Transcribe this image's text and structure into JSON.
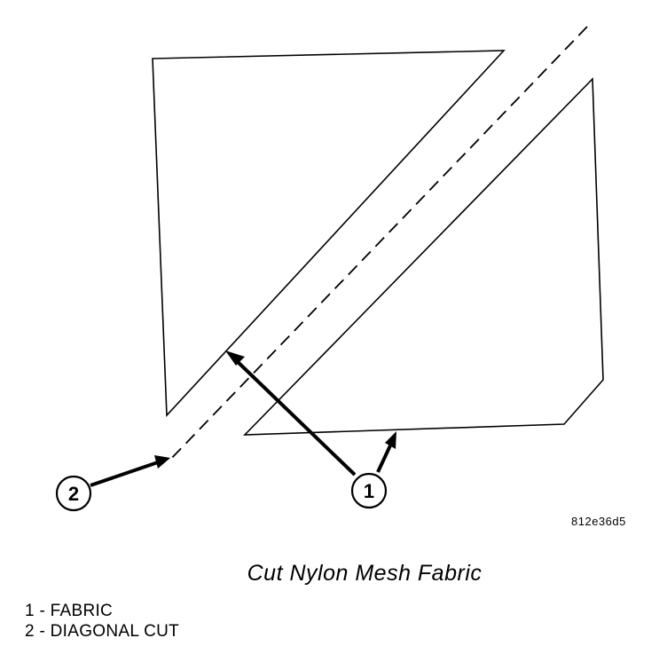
{
  "callouts": [
    {
      "number": "1"
    },
    {
      "number": "2"
    }
  ],
  "reference_code": "812e36d5",
  "caption": "Cut Nylon Mesh Fabric",
  "legend": [
    {
      "text": "1 - FABRIC"
    },
    {
      "text": "2 - DIAGONAL CUT"
    }
  ]
}
